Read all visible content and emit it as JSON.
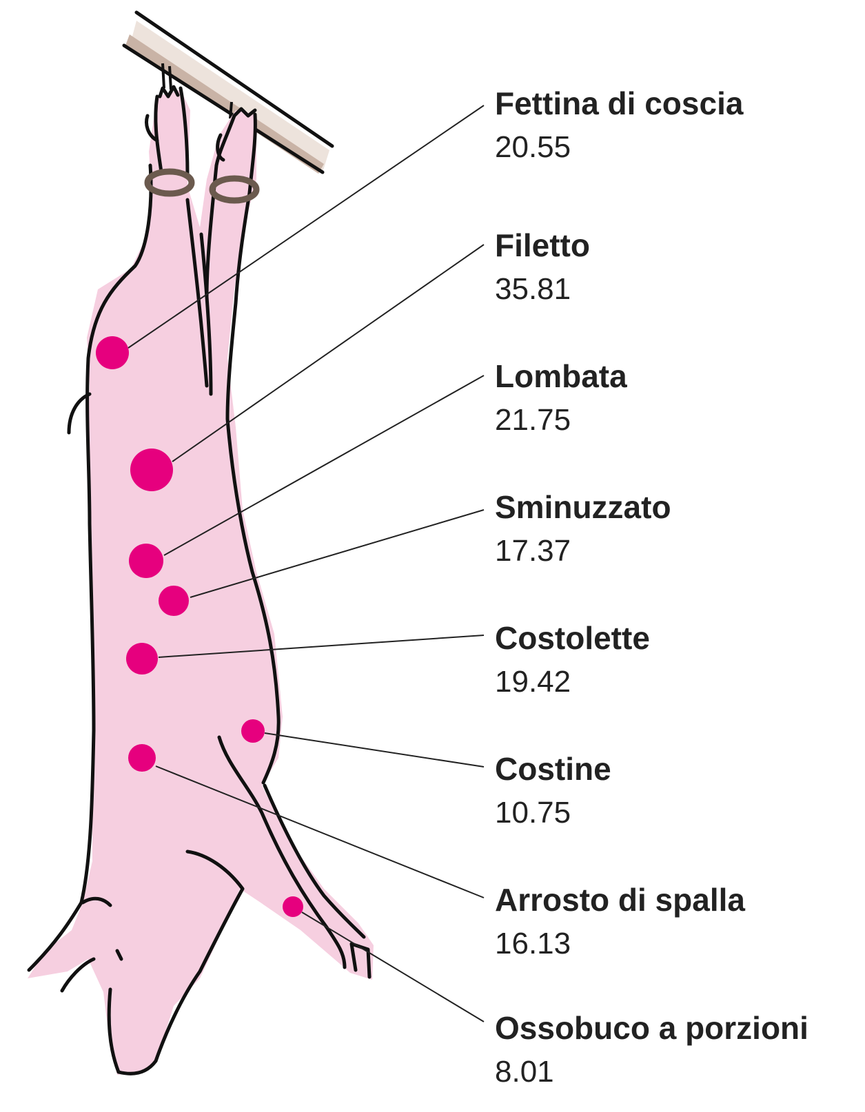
{
  "colors": {
    "body_fill": "#f6cfe0",
    "outline": "#111111",
    "marker": "#e6007e",
    "bar_fill": "#ede3dc",
    "bar_shadow": "#c9b3a6",
    "leader_line": "#222222",
    "text": "#222222"
  },
  "cuts": [
    {
      "name": "Fettina di coscia",
      "value": "20.55"
    },
    {
      "name": "Filetto",
      "value": "35.81"
    },
    {
      "name": "Lombata",
      "value": "21.75"
    },
    {
      "name": "Sminuzzato",
      "value": "17.37"
    },
    {
      "name": "Costolette",
      "value": "19.42"
    },
    {
      "name": "Costine",
      "value": "10.75"
    },
    {
      "name": "Arrosto di spalla",
      "value": "16.13"
    },
    {
      "name": "Ossobuco a porzioni",
      "value": "8.01"
    }
  ]
}
